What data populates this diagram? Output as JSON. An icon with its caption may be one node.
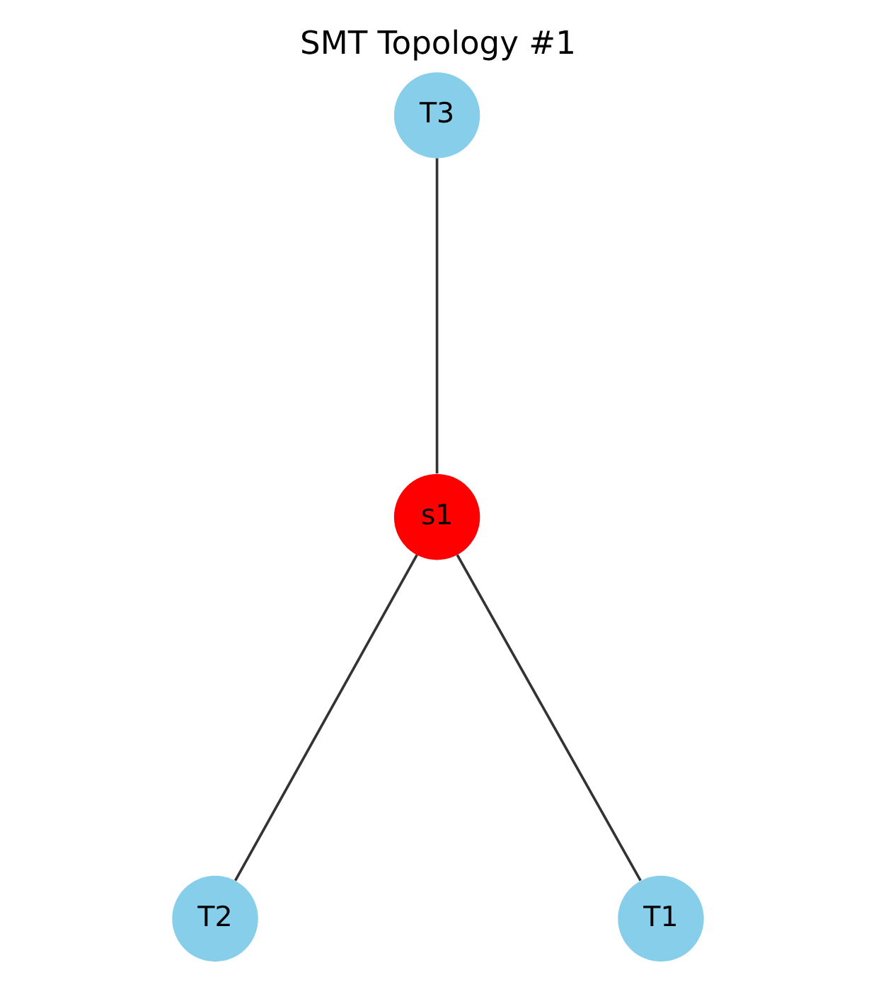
{
  "diagram": {
    "title": "SMT Topology #1",
    "nodes": [
      {
        "text": [
          "T3"
        ]
      },
      {
        "text": [
          "s1"
        ]
      },
      {
        "text": [
          "T2"
        ]
      },
      {
        "text": [
          "T1"
        ]
      }
    ],
    "edges": [
      {
        "from": 0,
        "to": 1,
        "arrow": "none"
      },
      {
        "from": 1,
        "to": 2,
        "arrow": "none"
      },
      {
        "from": 1,
        "to": 3,
        "arrow": "none"
      }
    ]
  }
}
